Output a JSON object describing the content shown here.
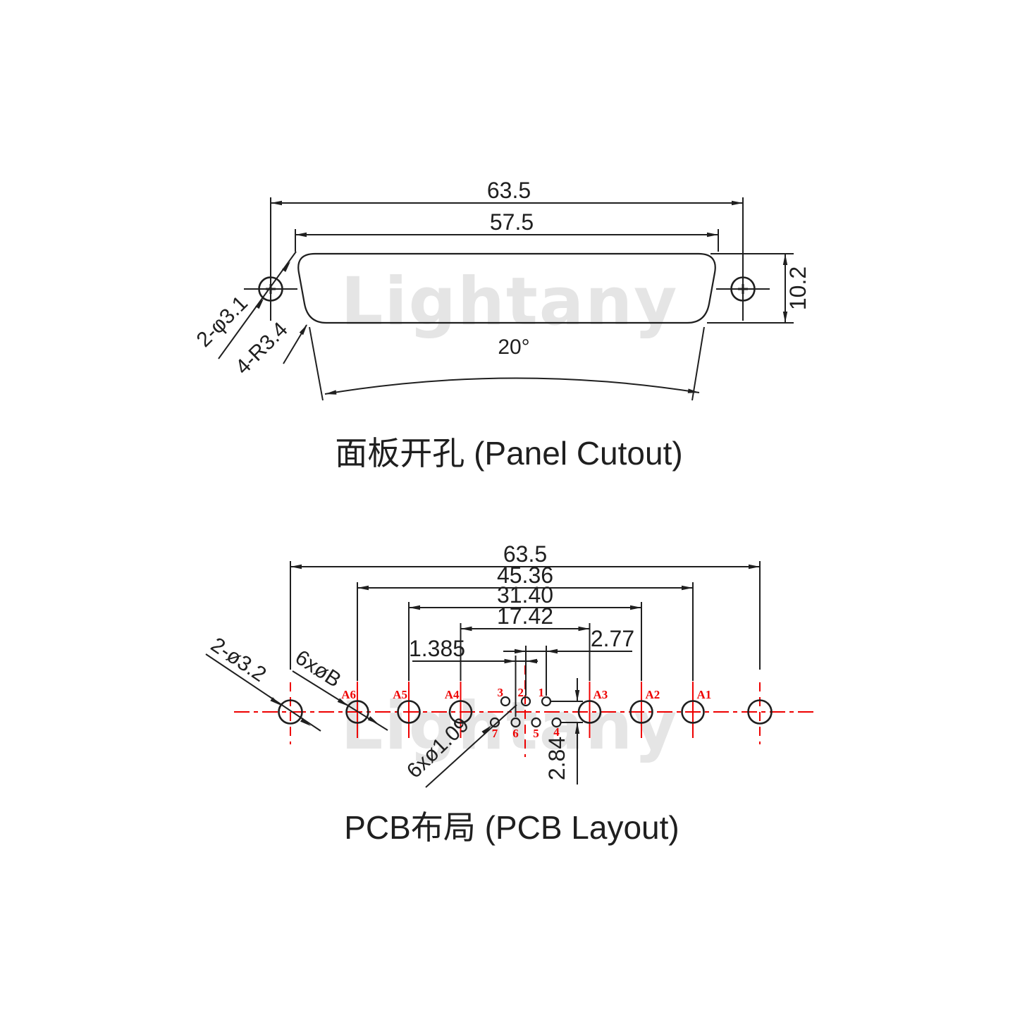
{
  "colors": {
    "line": "#1f1f1f",
    "accent_red": "#ee0000",
    "watermark_gray": "#e5e5e5",
    "background": "#ffffff"
  },
  "watermark": {
    "text": "Lightany"
  },
  "panel_cutout": {
    "title": "面板开孔 (Panel Cutout)",
    "dim_outer_width": "63.5",
    "dim_cutout_width": "57.5",
    "dim_height": "10.2",
    "dim_angle": "20°",
    "label_screw_holes": "2-φ3.1",
    "label_corner_radius": "4-R3.4"
  },
  "pcb_layout": {
    "title": "PCB布局 (PCB Layout)",
    "dim_mount_span": "63.5",
    "dim_a6_a1": "45.36",
    "dim_a5_a2": "31.40",
    "dim_a4_a3": "17.42",
    "dim_pin_pitch": "2.77",
    "dim_row_offset": "1.385",
    "dim_row_spacing": "2.84",
    "label_mount_holes": "2-ø3.2",
    "label_power_holes": "6xøB",
    "label_signal_holes": "6xø1.09",
    "hole_labels": [
      "A6",
      "A5",
      "A4",
      "A3",
      "A2",
      "A1"
    ],
    "pin_numbers_top": [
      "3",
      "2",
      "1"
    ],
    "pin_numbers_bottom": [
      "7",
      "6",
      "5",
      "4"
    ]
  }
}
